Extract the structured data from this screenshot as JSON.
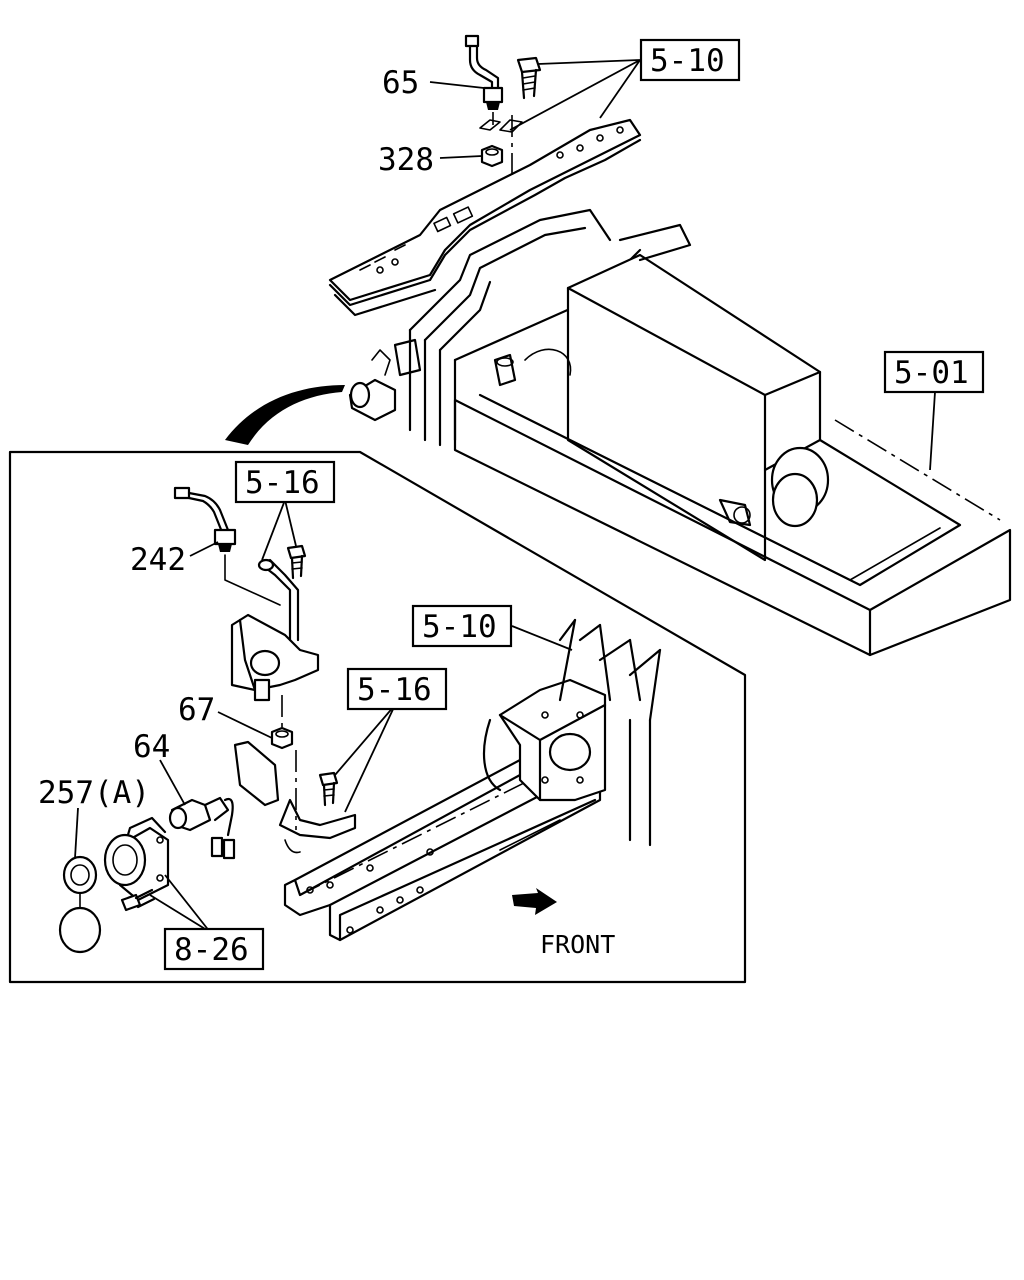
{
  "callouts": {
    "ref_5_10_top": "5-10",
    "ref_5_01": "5-01",
    "ref_5_16_upper": "5-16",
    "ref_5_10_lower": "5-10",
    "ref_5_16_lower": "5-16",
    "ref_8_26": "8-26"
  },
  "parts": {
    "p65": "65",
    "p328": "328",
    "p242": "242",
    "p67": "67",
    "p64": "64",
    "p257": "257(A)"
  },
  "direction": {
    "front_label": "FRONT"
  }
}
